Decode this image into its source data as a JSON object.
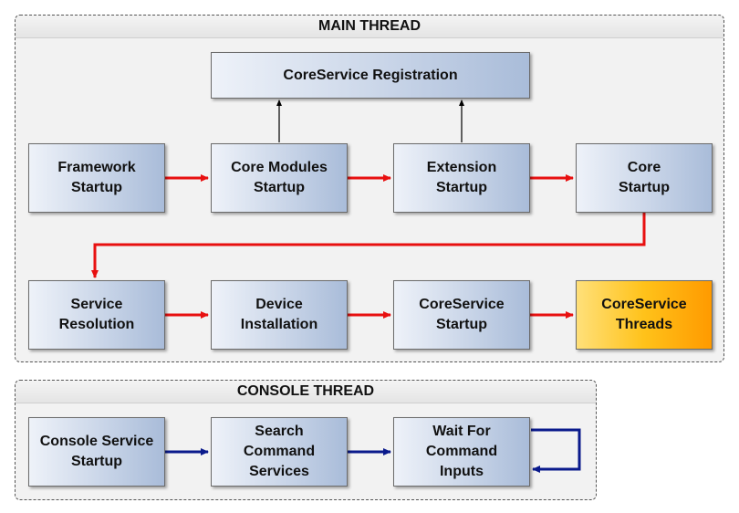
{
  "main_thread": {
    "title": "MAIN THREAD",
    "boxes": {
      "registration": "CoreService Registration",
      "framework_startup": "Framework\nStartup",
      "core_modules_startup": "Core Modules\nStartup",
      "extension_startup": "Extension\nStartup",
      "core_startup": "Core\nStartup",
      "service_resolution": "Service\nResolution",
      "device_installation": "Device\nInstallation",
      "coreservice_startup": "CoreService\nStartup",
      "coreservice_threads": "CoreService\nThreads"
    }
  },
  "console_thread": {
    "title": "CONSOLE THREAD",
    "boxes": {
      "console_service_startup": "Console Service\nStartup",
      "search_command_services": "Search\nCommand\nServices",
      "wait_for_command_inputs": "Wait For\nCommand\nInputs"
    }
  },
  "colors": {
    "main_flow_arrow": "#e81010",
    "console_flow_arrow": "#0a1a8c",
    "registration_arrow": "#000000",
    "highlight_box": "#ffb000"
  }
}
